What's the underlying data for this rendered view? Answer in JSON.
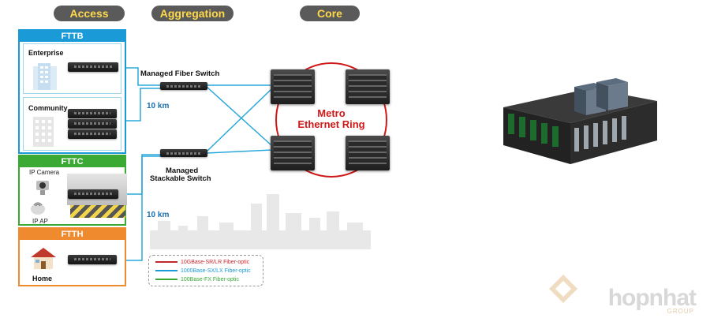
{
  "columns": {
    "access": "Access",
    "aggregation": "Aggregation",
    "core": "Core"
  },
  "panels": {
    "fttb": {
      "title": "FTTB",
      "enterprise": "Enterprise",
      "community": "Community"
    },
    "fttc": {
      "title": "FTTC",
      "ip_camera": "IP Camera",
      "ip_ap": "IP AP"
    },
    "ftth": {
      "title": "FTTH",
      "home": "Home"
    }
  },
  "aggregation": {
    "managed_fiber_switch": "Managed Fiber Switch",
    "managed_stackable_switch_line1": "Managed",
    "managed_stackable_switch_line2": "Stackable Switch",
    "distance_top": "10 km",
    "distance_bottom": "10 km"
  },
  "core": {
    "ring_line1": "Metro",
    "ring_line2": "Ethernet Ring"
  },
  "legend": [
    {
      "label": "10GBase-SR/LR Fiber-optic",
      "color": "#c1272d"
    },
    {
      "label": "1000Base-SX/LX Fiber-optic",
      "color": "#1a9ad6"
    },
    {
      "label": "100Base-FX Fiber-optic",
      "color": "#3aaa35"
    }
  ],
  "colors": {
    "fttb": "#1a9ad6",
    "fttc": "#3aaa35",
    "ftth": "#f08a2e",
    "ring": "#d01818",
    "link": "#2aa8dc"
  },
  "brand": {
    "name": "hopnhat",
    "sub": "GROUP"
  }
}
